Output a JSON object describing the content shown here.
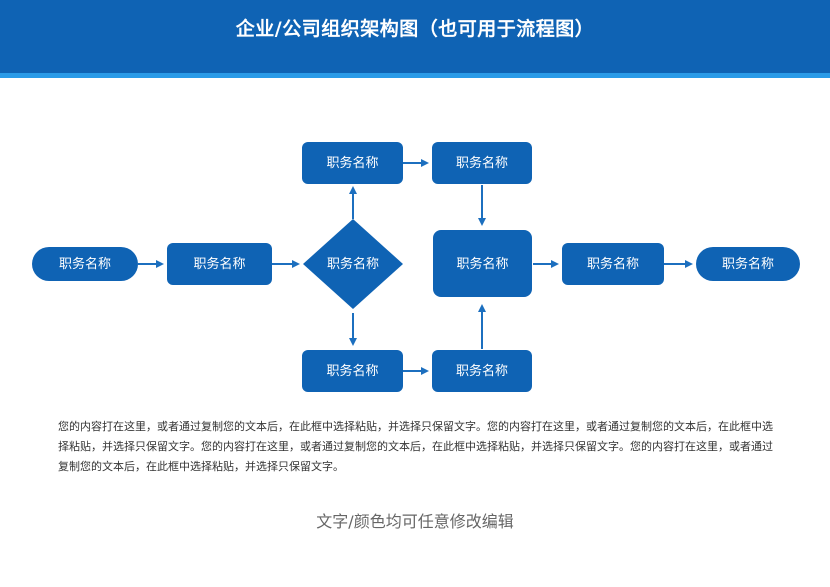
{
  "header": {
    "title": "企业/公司组织架构图（也可用于流程图）"
  },
  "colors": {
    "node_fill": "#0f63b4",
    "connector": "#1c6fbf",
    "header_bg": "#0f63b4",
    "header_accent": "#2a9be8"
  },
  "nodes": {
    "start": "职务名称",
    "step1": "职务名称",
    "decision": "职务名称",
    "top_left": "职务名称",
    "top_right": "职务名称",
    "bottom_left": "职务名称",
    "bottom_right": "职务名称",
    "center": "职务名称",
    "step2": "职务名称",
    "end": "职务名称"
  },
  "body": {
    "paragraph": "您的内容打在这里，或者通过复制您的文本后，在此框中选择粘贴，并选择只保留文字。您的内容打在这里，或者通过复制您的文本后，在此框中选择粘贴，并选择只保留文字。您的内容打在这里，或者通过复制您的文本后，在此框中选择粘贴，并选择只保留文字。您的内容打在这里，或者通过复制您的文本后，在此框中选择粘贴，并选择只保留文字。"
  },
  "footer": {
    "note": "文字/颜色均可任意修改编辑"
  }
}
